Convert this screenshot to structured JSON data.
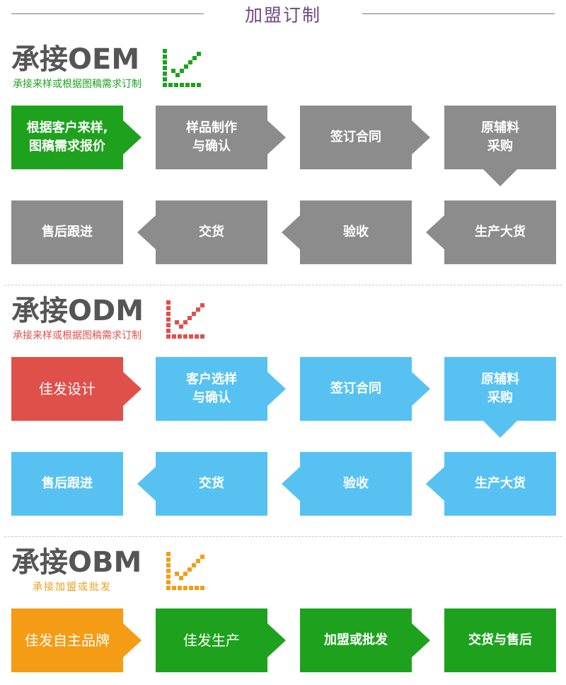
{
  "header": {
    "title": "加盟订制"
  },
  "colors": {
    "green": "#1ea21e",
    "gray": "#8c8c8c",
    "red": "#e0504a",
    "blue": "#57c2f2",
    "orange": "#f49c14",
    "title_text": "#555555",
    "header_title": "#6e4a82"
  },
  "oem": {
    "title": "承接OEM",
    "subtitle": "承接来样或根据图稿需求订制",
    "icon": "growth-chart-icon",
    "row1": [
      "根据客户来样,\n图稿需求报价",
      "样品制作\n与确认",
      "签订合同",
      "原辅料\n采购"
    ],
    "row2": [
      "售后跟进",
      "交货",
      "验收",
      "生产大货"
    ]
  },
  "odm": {
    "title": "承接ODM",
    "subtitle": "承接来样或根据图稿需求订制",
    "icon": "growth-chart-icon",
    "row1": [
      "佳发设计",
      "客户选样\n与确认",
      "签订合同",
      "原辅料\n采购"
    ],
    "row2": [
      "售后跟进",
      "交货",
      "验收",
      "生产大货"
    ]
  },
  "obm": {
    "title": "承接OBM",
    "subtitle": "承接加盟或批发",
    "icon": "growth-chart-icon",
    "row1": [
      "佳发自主品牌",
      "佳发生产",
      "加盟或批发",
      "交货与售后"
    ]
  }
}
